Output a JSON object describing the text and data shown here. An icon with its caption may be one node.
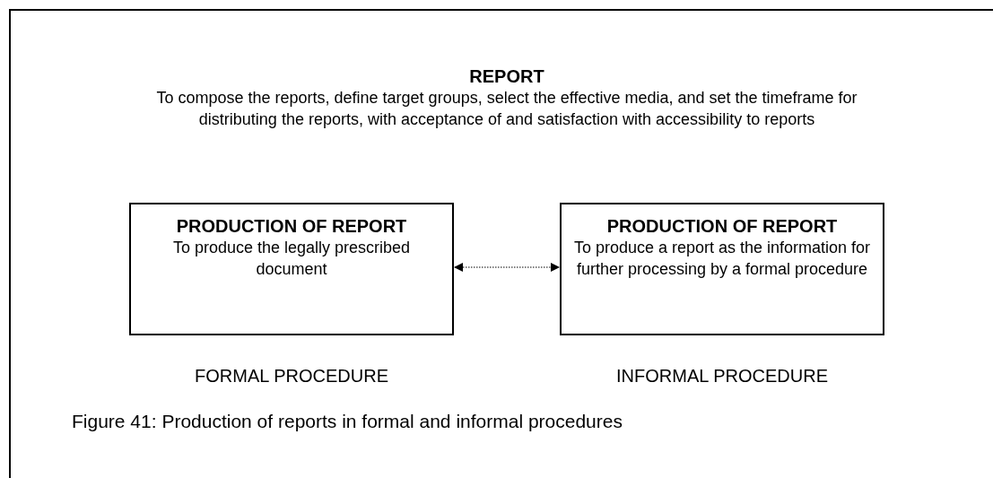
{
  "diagram": {
    "caption": "Figure 41: Production of reports in formal and informal procedures",
    "nodes": [
      {
        "text": [
          "REPORT",
          "To compose the reports, define target groups, select the effective media, and set the timeframe for distributing the reports, with acceptance of and satisfaction with accessibility to reports"
        ]
      },
      {
        "text": [
          "PRODUCTION OF REPORT",
          "To produce the legally prescribed document"
        ],
        "in": 0,
        "beside": [
          "FORMAL PROCEDURE"
        ]
      },
      {
        "text": [
          "PRODUCTION OF REPORT",
          "To produce a report as the information for further processing by a formal procedure"
        ],
        "in": 0,
        "beside": [
          "INFORMAL PROCEDURE"
        ]
      }
    ],
    "edges": [
      {
        "from": 1,
        "to": 2,
        "arrow": "both",
        "style": "dashed"
      }
    ]
  }
}
